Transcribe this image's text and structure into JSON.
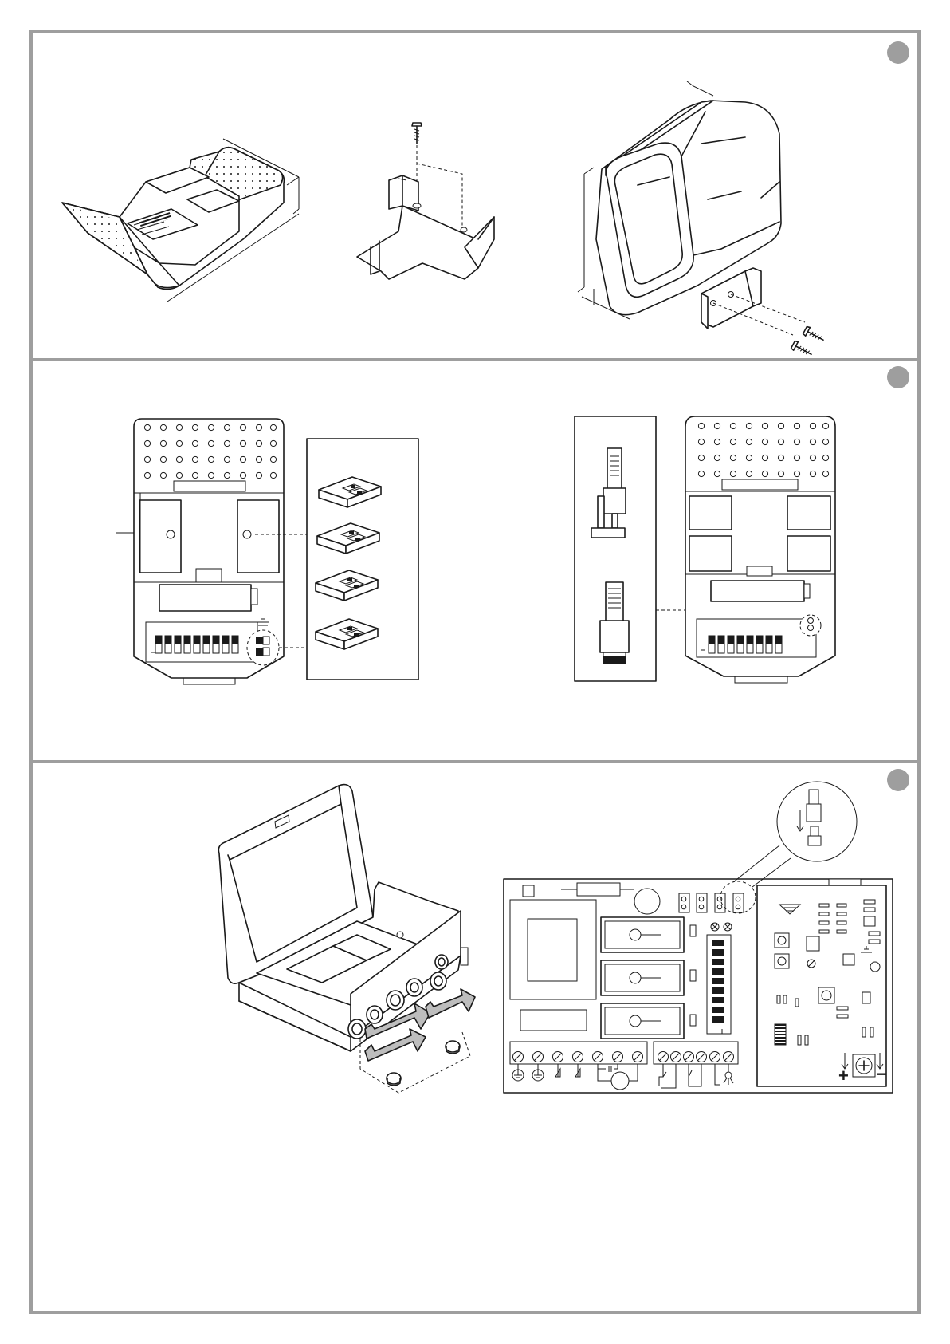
{
  "page": {
    "panels": [
      {
        "id": "panel-1",
        "marker_color": "#9e9e9e"
      },
      {
        "id": "panel-2",
        "marker_color": "#9e9e9e"
      },
      {
        "id": "panel-3",
        "marker_color": "#9e9e9e"
      }
    ]
  },
  "colors": {
    "frame": "#9e9e9e",
    "ink": "#1a1a1a",
    "arrow_fill": "#bdbdbd"
  },
  "icons": {
    "screw": "screw-icon",
    "dip_switch": "dip-switch-icon",
    "jumper": "jumper-icon",
    "ground": "ground-icon",
    "potentiometer": "potentiometer-icon"
  },
  "pcb": {
    "trim_plus": "+",
    "trim_minus": "−"
  }
}
